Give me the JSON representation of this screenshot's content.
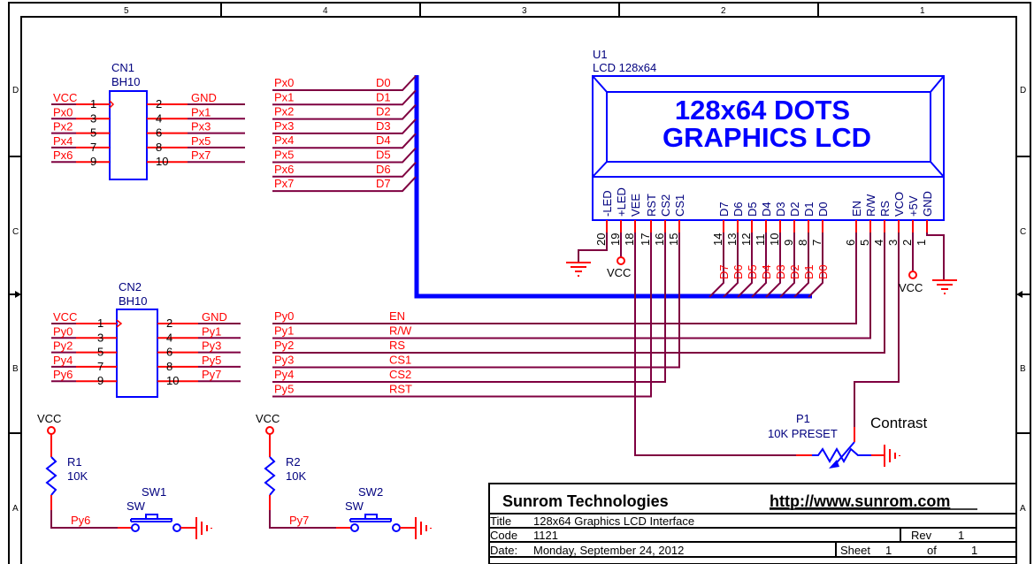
{
  "border": {
    "columns": [
      "5",
      "4",
      "3",
      "2",
      "1"
    ],
    "rows": [
      "D",
      "C",
      "B",
      "A"
    ]
  },
  "cn1": {
    "ref": "CN1",
    "value": "BH10",
    "left_pins": [
      {
        "net": "VCC",
        "num": "1"
      },
      {
        "net": "Px0",
        "num": "3"
      },
      {
        "net": "Px2",
        "num": "5"
      },
      {
        "net": "Px4",
        "num": "7"
      },
      {
        "net": "Px6",
        "num": "9"
      }
    ],
    "right_pins": [
      {
        "net": "GND",
        "num": "2"
      },
      {
        "net": "Px1",
        "num": "4"
      },
      {
        "net": "Px3",
        "num": "6"
      },
      {
        "net": "Px5",
        "num": "8"
      },
      {
        "net": "Px7",
        "num": "10"
      }
    ]
  },
  "cn2": {
    "ref": "CN2",
    "value": "BH10",
    "left_pins": [
      {
        "net": "VCC",
        "num": "1"
      },
      {
        "net": "Py0",
        "num": "3"
      },
      {
        "net": "Py2",
        "num": "5"
      },
      {
        "net": "Py4",
        "num": "7"
      },
      {
        "net": "Py6",
        "num": "9"
      }
    ],
    "right_pins": [
      {
        "net": "GND",
        "num": "2"
      },
      {
        "net": "Py1",
        "num": "4"
      },
      {
        "net": "Py3",
        "num": "6"
      },
      {
        "net": "Py5",
        "num": "8"
      },
      {
        "net": "Py7",
        "num": "10"
      }
    ]
  },
  "data_bus": [
    {
      "from": "Px0",
      "to": "D0"
    },
    {
      "from": "Px1",
      "to": "D1"
    },
    {
      "from": "Px2",
      "to": "D2"
    },
    {
      "from": "Px3",
      "to": "D3"
    },
    {
      "from": "Px4",
      "to": "D4"
    },
    {
      "from": "Px5",
      "to": "D5"
    },
    {
      "from": "Px6",
      "to": "D6"
    },
    {
      "from": "Px7",
      "to": "D7"
    }
  ],
  "control_nets": [
    {
      "from": "Py0",
      "to": "EN"
    },
    {
      "from": "Py1",
      "to": "R/W"
    },
    {
      "from": "Py2",
      "to": "RS"
    },
    {
      "from": "Py3",
      "to": "CS1"
    },
    {
      "from": "Py4",
      "to": "CS2"
    },
    {
      "from": "Py5",
      "to": "RST"
    }
  ],
  "lcd": {
    "ref": "U1",
    "value": "LCD 128x64",
    "line1": "128x64 DOTS",
    "line2": "GRAPHICS LCD",
    "pins": [
      {
        "name": "-LED",
        "num": "20"
      },
      {
        "name": "+LED",
        "num": "19"
      },
      {
        "name": "VEE",
        "num": "18"
      },
      {
        "name": "RST",
        "num": "17"
      },
      {
        "name": "CS2",
        "num": "16"
      },
      {
        "name": "CS1",
        "num": "15"
      },
      {
        "name": "D7",
        "num": "14"
      },
      {
        "name": "D6",
        "num": "13"
      },
      {
        "name": "D5",
        "num": "12"
      },
      {
        "name": "D4",
        "num": "11"
      },
      {
        "name": "D3",
        "num": "10"
      },
      {
        "name": "D2",
        "num": "9"
      },
      {
        "name": "D1",
        "num": "8"
      },
      {
        "name": "D0",
        "num": "7"
      },
      {
        "name": "EN",
        "num": "6"
      },
      {
        "name": "R/W",
        "num": "5"
      },
      {
        "name": "RS",
        "num": "4"
      },
      {
        "name": "VCO",
        "num": "3"
      },
      {
        "name": "+5V",
        "num": "2"
      },
      {
        "name": "GND",
        "num": "1"
      }
    ],
    "bus_labels": [
      "D7",
      "D6",
      "D5",
      "D4",
      "D3",
      "D2",
      "D1",
      "D0"
    ]
  },
  "power": {
    "vcc": "VCC"
  },
  "preset": {
    "ref": "P1",
    "value": "10K PRESET",
    "note": "Contrast"
  },
  "r1": {
    "ref": "R1",
    "value": "10K",
    "net": "Py6"
  },
  "r2": {
    "ref": "R2",
    "value": "10K",
    "net": "Py7"
  },
  "sw1": {
    "ref": "SW1",
    "value": "SW"
  },
  "sw2": {
    "ref": "SW2",
    "value": "SW"
  },
  "title_block": {
    "company": "Sunrom Technologies",
    "url": "http://www.sunrom.com",
    "title_label": "Title",
    "title": "128x64 Graphics LCD Interface",
    "code_label": "Code",
    "code": "1121",
    "rev_label": "Rev",
    "rev": "1",
    "date_label": "Date:",
    "date": "Monday, September 24, 2012",
    "sheet_label": "Sheet",
    "sheet": "1",
    "of_label": "of",
    "of": "1"
  }
}
